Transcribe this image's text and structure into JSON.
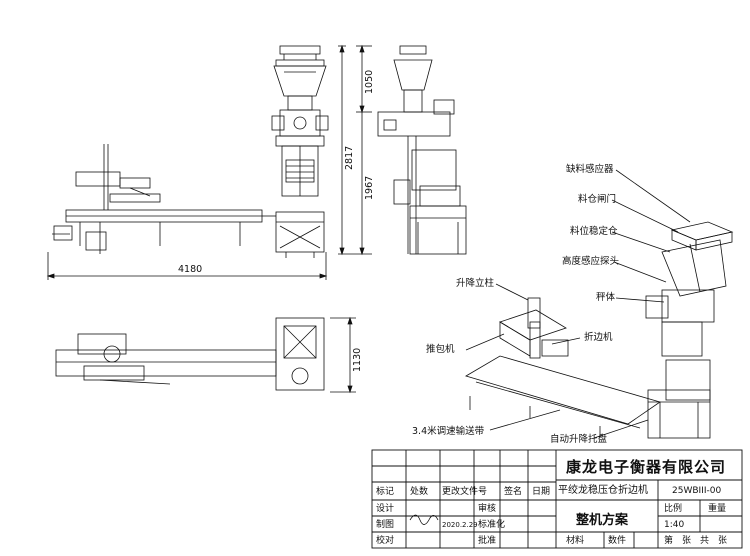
{
  "dimensions": {
    "overall_length": "4180",
    "overall_height": "2817",
    "upper_height": "1050",
    "lower_height": "1967",
    "plan_width": "1130"
  },
  "callouts": {
    "feed_sensor": "缺料感应器",
    "bin_gate": "料仓闸门",
    "level_sensor": "料位稳定仓",
    "proximity_switch": "高度感应探头",
    "scale_body": "秤体",
    "lift_column": "升降立柱",
    "bag_pusher": "推包机",
    "folding_machine": "折边机",
    "conveyor": "3.4米调速输送带",
    "lift_pallet": "自动升降托盘"
  },
  "title_block": {
    "company": "康龙电子衡器有限公司",
    "product_name": "平绞龙稳压仓折边机",
    "drawing_no": "25WBIII-00",
    "scheme": "整机方案",
    "scale_label": "比例",
    "scale_value": "1:40",
    "weight_label": "重量",
    "row_labels": [
      "标记",
      "设计",
      "制图",
      "校对"
    ],
    "col_labels": [
      "处数",
      "更改文件号",
      "签名",
      "日期"
    ],
    "review": "审核",
    "standard": "标准化",
    "approve": "批准",
    "material": "材料",
    "quantity": "数件",
    "sheet": "第　张　共　张",
    "date_small": "2020.2.29"
  }
}
